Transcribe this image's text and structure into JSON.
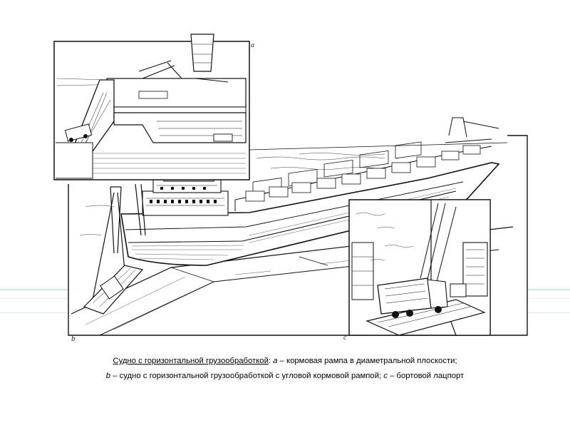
{
  "figure": {
    "panel_labels": {
      "a": "a",
      "b": "b",
      "c": "c"
    }
  },
  "caption": {
    "title": "Судно с горизонтальной грузообработкой",
    "label_a": "а",
    "text_a": " – кормовая рампа в диаметральной плоскости;",
    "label_b": "b",
    "text_b": " – судно с горизонтальной грузообработкой с угловой кормовой рампой; ",
    "label_c": "с",
    "text_c": " – бортовой лацпорт"
  }
}
